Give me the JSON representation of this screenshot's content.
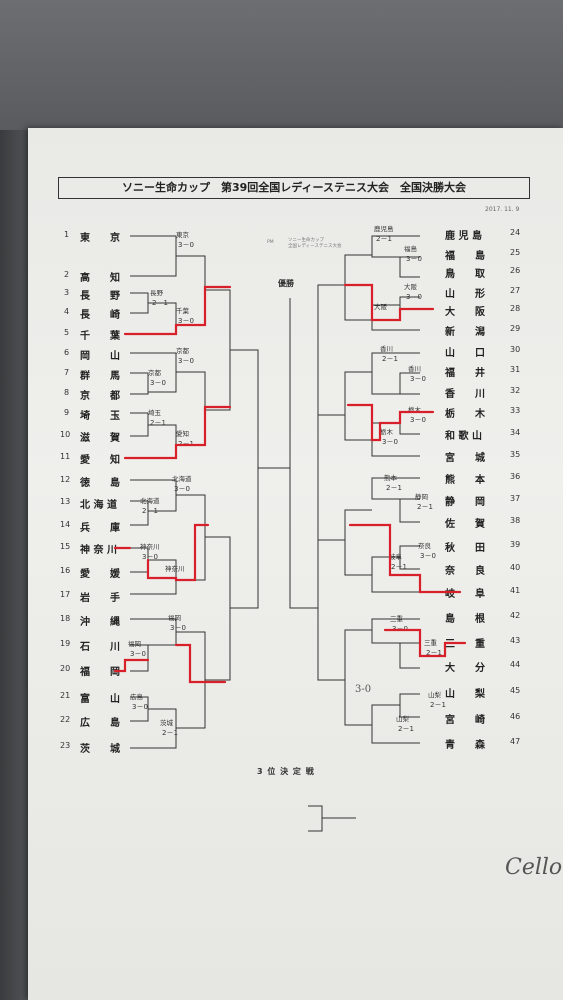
{
  "title": "ソニー生命カップ　第39回全国レディーステニス大会　全国決勝大会",
  "date": "2017. 11. 9",
  "note_lines": [
    "ソニー生命カップ",
    "全国レディーステニス大会"
  ],
  "note_prefix": "PM",
  "final_label": "優勝",
  "third_place_label": "3 位 決 定 戦",
  "hand_score": "3-0",
  "signature": "Cello",
  "left_teams": [
    {
      "no": "1",
      "name": "東　　京"
    },
    {
      "no": "2",
      "name": "高　　知"
    },
    {
      "no": "3",
      "name": "長　　野"
    },
    {
      "no": "4",
      "name": "長　　崎"
    },
    {
      "no": "5",
      "name": "千　　葉"
    },
    {
      "no": "6",
      "name": "岡　　山"
    },
    {
      "no": "7",
      "name": "群　　馬"
    },
    {
      "no": "8",
      "name": "京　　都"
    },
    {
      "no": "9",
      "name": "埼　　玉"
    },
    {
      "no": "10",
      "name": "滋　　賀"
    },
    {
      "no": "11",
      "name": "愛　　知"
    },
    {
      "no": "12",
      "name": "徳　　島"
    },
    {
      "no": "13",
      "name": "北 海 道"
    },
    {
      "no": "14",
      "name": "兵　　庫"
    },
    {
      "no": "15",
      "name": "神 奈 川"
    },
    {
      "no": "16",
      "name": "愛　　媛"
    },
    {
      "no": "17",
      "name": "岩　　手"
    },
    {
      "no": "18",
      "name": "沖　　縄"
    },
    {
      "no": "19",
      "name": "石　　川"
    },
    {
      "no": "20",
      "name": "福　　岡"
    },
    {
      "no": "21",
      "name": "富　　山"
    },
    {
      "no": "22",
      "name": "広　　島"
    },
    {
      "no": "23",
      "name": "茨　　城"
    }
  ],
  "right_teams": [
    {
      "no": "24",
      "name": "鹿 児 島"
    },
    {
      "no": "25",
      "name": "福　　島"
    },
    {
      "no": "26",
      "name": "鳥　　取"
    },
    {
      "no": "27",
      "name": "山　　形"
    },
    {
      "no": "28",
      "name": "大　　阪"
    },
    {
      "no": "29",
      "name": "新　　潟"
    },
    {
      "no": "30",
      "name": "山　　口"
    },
    {
      "no": "31",
      "name": "福　　井"
    },
    {
      "no": "32",
      "name": "香　　川"
    },
    {
      "no": "33",
      "name": "栃　　木"
    },
    {
      "no": "34",
      "name": "和 歌 山"
    },
    {
      "no": "35",
      "name": "宮　　城"
    },
    {
      "no": "36",
      "name": "熊　　本"
    },
    {
      "no": "37",
      "name": "静　　岡"
    },
    {
      "no": "38",
      "name": "佐　　賀"
    },
    {
      "no": "39",
      "name": "秋　　田"
    },
    {
      "no": "40",
      "name": "奈　　良"
    },
    {
      "no": "41",
      "name": "岐　　阜"
    },
    {
      "no": "42",
      "name": "島　　根"
    },
    {
      "no": "43",
      "name": "三　　重"
    },
    {
      "no": "44",
      "name": "大　　分"
    },
    {
      "no": "45",
      "name": "山　　梨"
    },
    {
      "no": "46",
      "name": "宮　　崎"
    },
    {
      "no": "47",
      "name": "青　　森"
    }
  ],
  "matches": [
    {
      "id": "m1",
      "winner": "東京",
      "score": "3－0"
    },
    {
      "id": "m2",
      "winner": "長野",
      "score": "2－1"
    },
    {
      "id": "m3",
      "winner": "千葉",
      "score": "3－0"
    },
    {
      "id": "m4",
      "winner": "京都",
      "score": "3－0"
    },
    {
      "id": "m5",
      "winner": "京都",
      "score": "3－0"
    },
    {
      "id": "m6",
      "winner": "埼玉",
      "score": "2－1"
    },
    {
      "id": "m7",
      "winner": "愛知",
      "score": "2－1"
    },
    {
      "id": "m8",
      "winner": "北海道",
      "score": "3－0"
    },
    {
      "id": "m9",
      "winner": "北海道",
      "score": "2－1"
    },
    {
      "id": "m10",
      "winner": "神奈川",
      "score": "3－0"
    },
    {
      "id": "m11",
      "winner": "神奈川",
      "score": ""
    },
    {
      "id": "m12",
      "winner": "福岡",
      "score": "3－0"
    },
    {
      "id": "m13",
      "winner": "福岡",
      "score": "3－0"
    },
    {
      "id": "m14",
      "winner": "広島",
      "score": "3－0"
    },
    {
      "id": "m15",
      "winner": "茨城",
      "score": "2－1"
    },
    {
      "id": "r1",
      "winner": "鹿児島",
      "score": "2－1"
    },
    {
      "id": "r2",
      "winner": "福島",
      "score": "3－0"
    },
    {
      "id": "r3",
      "winner": "大阪",
      "score": "3－0"
    },
    {
      "id": "r4",
      "winner": "大阪",
      "score": ""
    },
    {
      "id": "r5",
      "winner": "香川",
      "score": "2－1"
    },
    {
      "id": "r6",
      "winner": "香川",
      "score": "3－0"
    },
    {
      "id": "r7",
      "winner": "栃木",
      "score": "3－0"
    },
    {
      "id": "r8",
      "winner": "栃木",
      "score": "3－0"
    },
    {
      "id": "r9",
      "winner": "熊本",
      "score": "2－1"
    },
    {
      "id": "r10",
      "winner": "静岡",
      "score": "2－1"
    },
    {
      "id": "r11",
      "winner": "奈良",
      "score": "3－0"
    },
    {
      "id": "r12",
      "winner": "岐阜",
      "score": "2－1"
    },
    {
      "id": "r13",
      "winner": "三重",
      "score": "3－0"
    },
    {
      "id": "r14",
      "winner": "三重",
      "score": "2－1"
    },
    {
      "id": "r15",
      "winner": "山梨",
      "score": "2－1"
    },
    {
      "id": "r16",
      "winner": "山梨",
      "score": "2－1"
    }
  ]
}
